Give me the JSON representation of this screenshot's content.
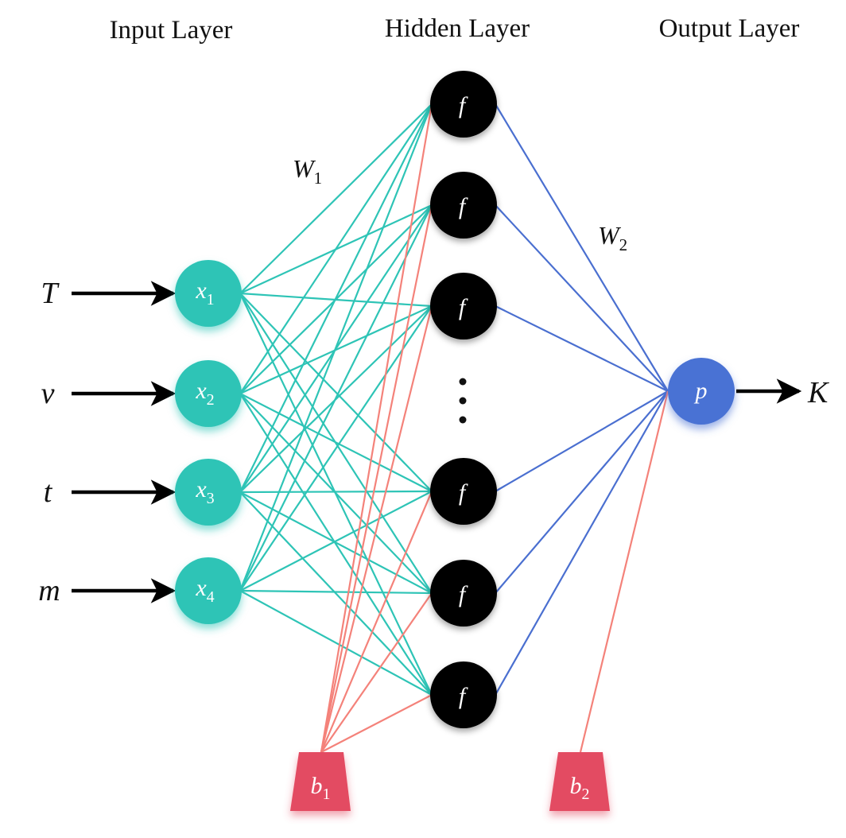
{
  "layers": {
    "input": "Input Layer",
    "hidden": "Hidden Layer",
    "output": "Output Layer"
  },
  "inputs": [
    {
      "external": "T",
      "node": "x",
      "index": "1"
    },
    {
      "external": "v",
      "node": "x",
      "index": "2"
    },
    {
      "external": "t",
      "node": "x",
      "index": "3"
    },
    {
      "external": "m",
      "node": "x",
      "index": "4"
    }
  ],
  "hidden_nodes": [
    "f",
    "f",
    "f",
    "f",
    "f",
    "f"
  ],
  "hidden_gap_symbol": "⋮",
  "output": {
    "node": "p",
    "external": "K"
  },
  "weights": [
    {
      "symbol": "W",
      "index": "1"
    },
    {
      "symbol": "W",
      "index": "2"
    }
  ],
  "biases": [
    {
      "symbol": "b",
      "index": "1"
    },
    {
      "symbol": "b",
      "index": "2"
    }
  ],
  "colors": {
    "input_node": "#2ec4b6",
    "hidden_node": "#000000",
    "output_node": "#4a72d4",
    "bias_node": "#e34b62",
    "input_edge": "#2ec4b6",
    "output_edge": "#4a6fd0",
    "bias_edge": "#f4827a",
    "arrow": "#000000"
  }
}
